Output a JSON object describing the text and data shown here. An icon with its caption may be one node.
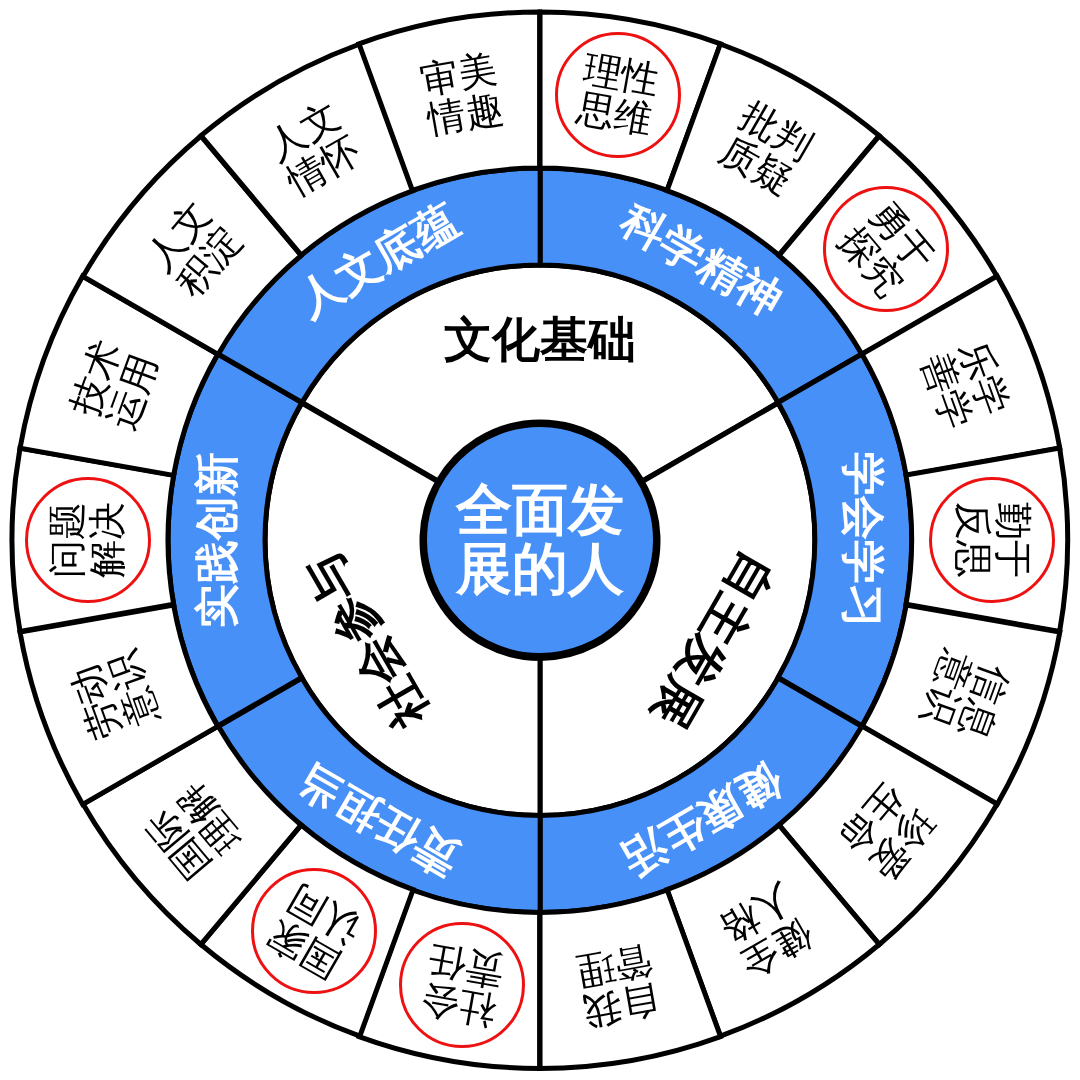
{
  "diagram": {
    "nodes": [
      {
        "text": [
          "全面发展的人"
        ]
      },
      {
        "text": [
          "文化基础"
        ]
      },
      {
        "text": [
          "自主发展"
        ]
      },
      {
        "text": [
          "社会参与"
        ]
      },
      {
        "text": [
          "科学精神"
        ]
      },
      {
        "text": [
          "学会学习"
        ]
      },
      {
        "text": [
          "健康生活"
        ]
      },
      {
        "text": [
          "责任担当"
        ]
      },
      {
        "text": [
          "实践创新"
        ]
      },
      {
        "text": [
          "人文底蕴"
        ]
      },
      {
        "text": [],
        "shape": "box"
      },
      {
        "text": [
          "理性思维"
        ],
        "in": 10
      },
      {
        "text": [
          "批判质疑"
        ]
      },
      {
        "text": [],
        "shape": "box"
      },
      {
        "text": [
          "勇于探究"
        ],
        "in": 13
      },
      {
        "text": [
          "乐学善学"
        ]
      },
      {
        "text": [],
        "shape": "box"
      },
      {
        "text": [
          "勤于反思"
        ],
        "in": 16
      },
      {
        "text": [
          "信息意识"
        ]
      },
      {
        "text": [
          "珍爱生命"
        ]
      },
      {
        "text": [
          "健全人格"
        ]
      },
      {
        "text": [
          "自我管理"
        ]
      },
      {
        "text": [],
        "shape": "box"
      },
      {
        "text": [
          "社会责任"
        ],
        "in": 22
      },
      {
        "text": [],
        "shape": "box"
      },
      {
        "text": [
          "国家认同"
        ],
        "in": 24
      },
      {
        "text": [
          "国际理解"
        ]
      },
      {
        "text": [
          "劳动意识"
        ]
      },
      {
        "text": [],
        "shape": "box"
      },
      {
        "text": [
          "问题解决"
        ],
        "in": 28
      },
      {
        "text": [
          "技术运用"
        ]
      },
      {
        "text": [
          "人文积淀"
        ]
      },
      {
        "text": [
          "人文情怀"
        ]
      },
      {
        "text": [
          "审美情趣"
        ]
      }
    ]
  }
}
